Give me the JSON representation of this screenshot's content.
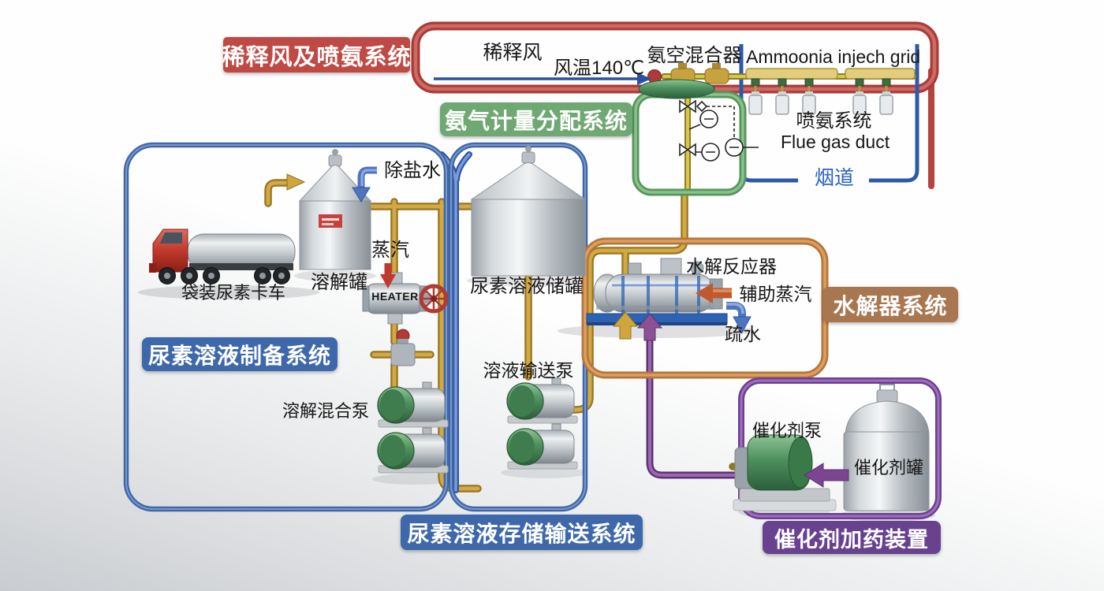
{
  "systems": {
    "dilution_injection": {
      "label": "稀释风及喷氨系统",
      "color": "#bf4a45"
    },
    "ammonia_metering": {
      "label": "氨气计量分配系统",
      "color": "#6fa873"
    },
    "urea_preparation": {
      "label": "尿素溶液制备系统",
      "color": "#3e68aa"
    },
    "urea_storage_transfer": {
      "label": "尿素溶液存储输送系统",
      "color": "#3e68aa"
    },
    "hydrolyzer": {
      "label": "水解器系统",
      "color": "#a8764f"
    },
    "catalyst_dosing": {
      "label": "催化剂加药装置",
      "color": "#68418f"
    }
  },
  "labels": {
    "dilution_air": "稀释风",
    "air_temperature": "风温140℃",
    "ammonia_air_mixer": "氨空混合器",
    "injection_grid": "Ammoonia injech grid",
    "ammonia_injection": "喷氨系统",
    "flue_gas_duct": "Flue gas duct",
    "flue": "烟道",
    "demineralized_water": "除盐水",
    "steam": "蒸汽",
    "heater": "HEATER",
    "dissolving_tank": "溶解罐",
    "bagged_urea_truck": "袋装尿素卡车",
    "urea_solution_tank": "尿素溶液储罐",
    "solution_transfer_pump": "溶液输送泵",
    "dissolving_mixing_pump": "溶解混合泵",
    "hydrolysis_reactor": "水解反应器",
    "auxiliary_steam": "辅助蒸汽",
    "drain": "疏水",
    "catalyst_pump": "催化剂泵",
    "catalyst_tank": "催化剂罐"
  }
}
